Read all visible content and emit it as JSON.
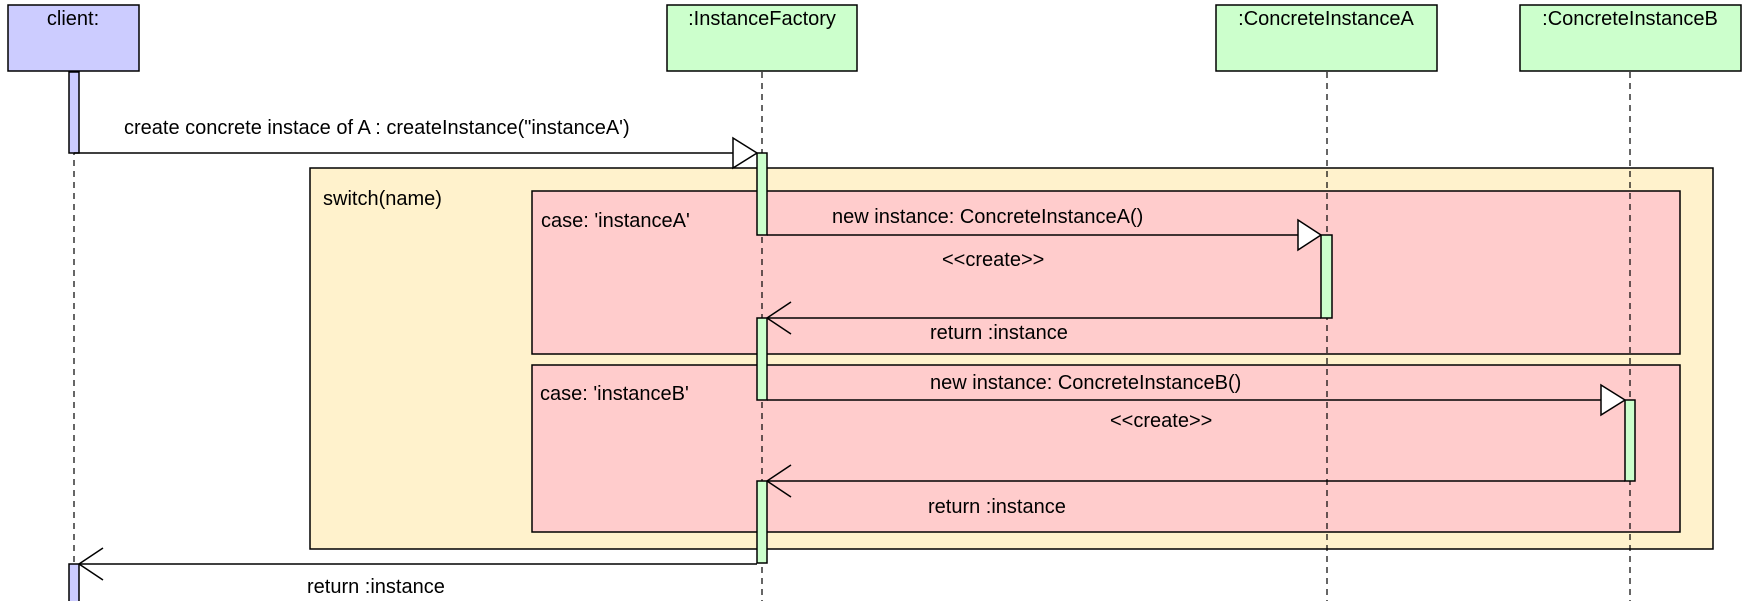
{
  "lifelines": [
    {
      "id": "client",
      "label": "client:",
      "color": "#ccccff"
    },
    {
      "id": "factory",
      "label": ":InstanceFactory",
      "color": "#ccffcc"
    },
    {
      "id": "concreteA",
      "label": ":ConcreteInstanceA",
      "color": "#ccffcc"
    },
    {
      "id": "concreteB",
      "label": ":ConcreteInstanceB",
      "color": "#ccffcc"
    }
  ],
  "fragments": {
    "switch": {
      "label": "switch(name)",
      "color": "#fff2cc"
    },
    "caseA": {
      "label": "case: 'instanceA'",
      "color": "#ffcccc"
    },
    "caseB": {
      "label": "case: 'instanceB'",
      "color": "#ffcccc"
    }
  },
  "messages": [
    {
      "id": "create-instance",
      "label": "create concrete instace of A : createInstance(\"instanceA')",
      "from": "client",
      "to": "factory",
      "kind": "call"
    },
    {
      "id": "new-instance-a",
      "label": "new instance: ConcreteInstanceA()",
      "stereotype": "<<create>>",
      "from": "factory",
      "to": "concreteA",
      "kind": "call"
    },
    {
      "id": "return-a",
      "label": "return :instance",
      "from": "concreteA",
      "to": "factory",
      "kind": "return"
    },
    {
      "id": "new-instance-b",
      "label": "new instance: ConcreteInstanceB()",
      "stereotype": "<<create>>",
      "from": "factory",
      "to": "concreteB",
      "kind": "call"
    },
    {
      "id": "return-b",
      "label": "return :instance",
      "from": "concreteB",
      "to": "factory",
      "kind": "return"
    },
    {
      "id": "return-client",
      "label": "return :instance",
      "from": "factory",
      "to": "client",
      "kind": "return"
    }
  ]
}
